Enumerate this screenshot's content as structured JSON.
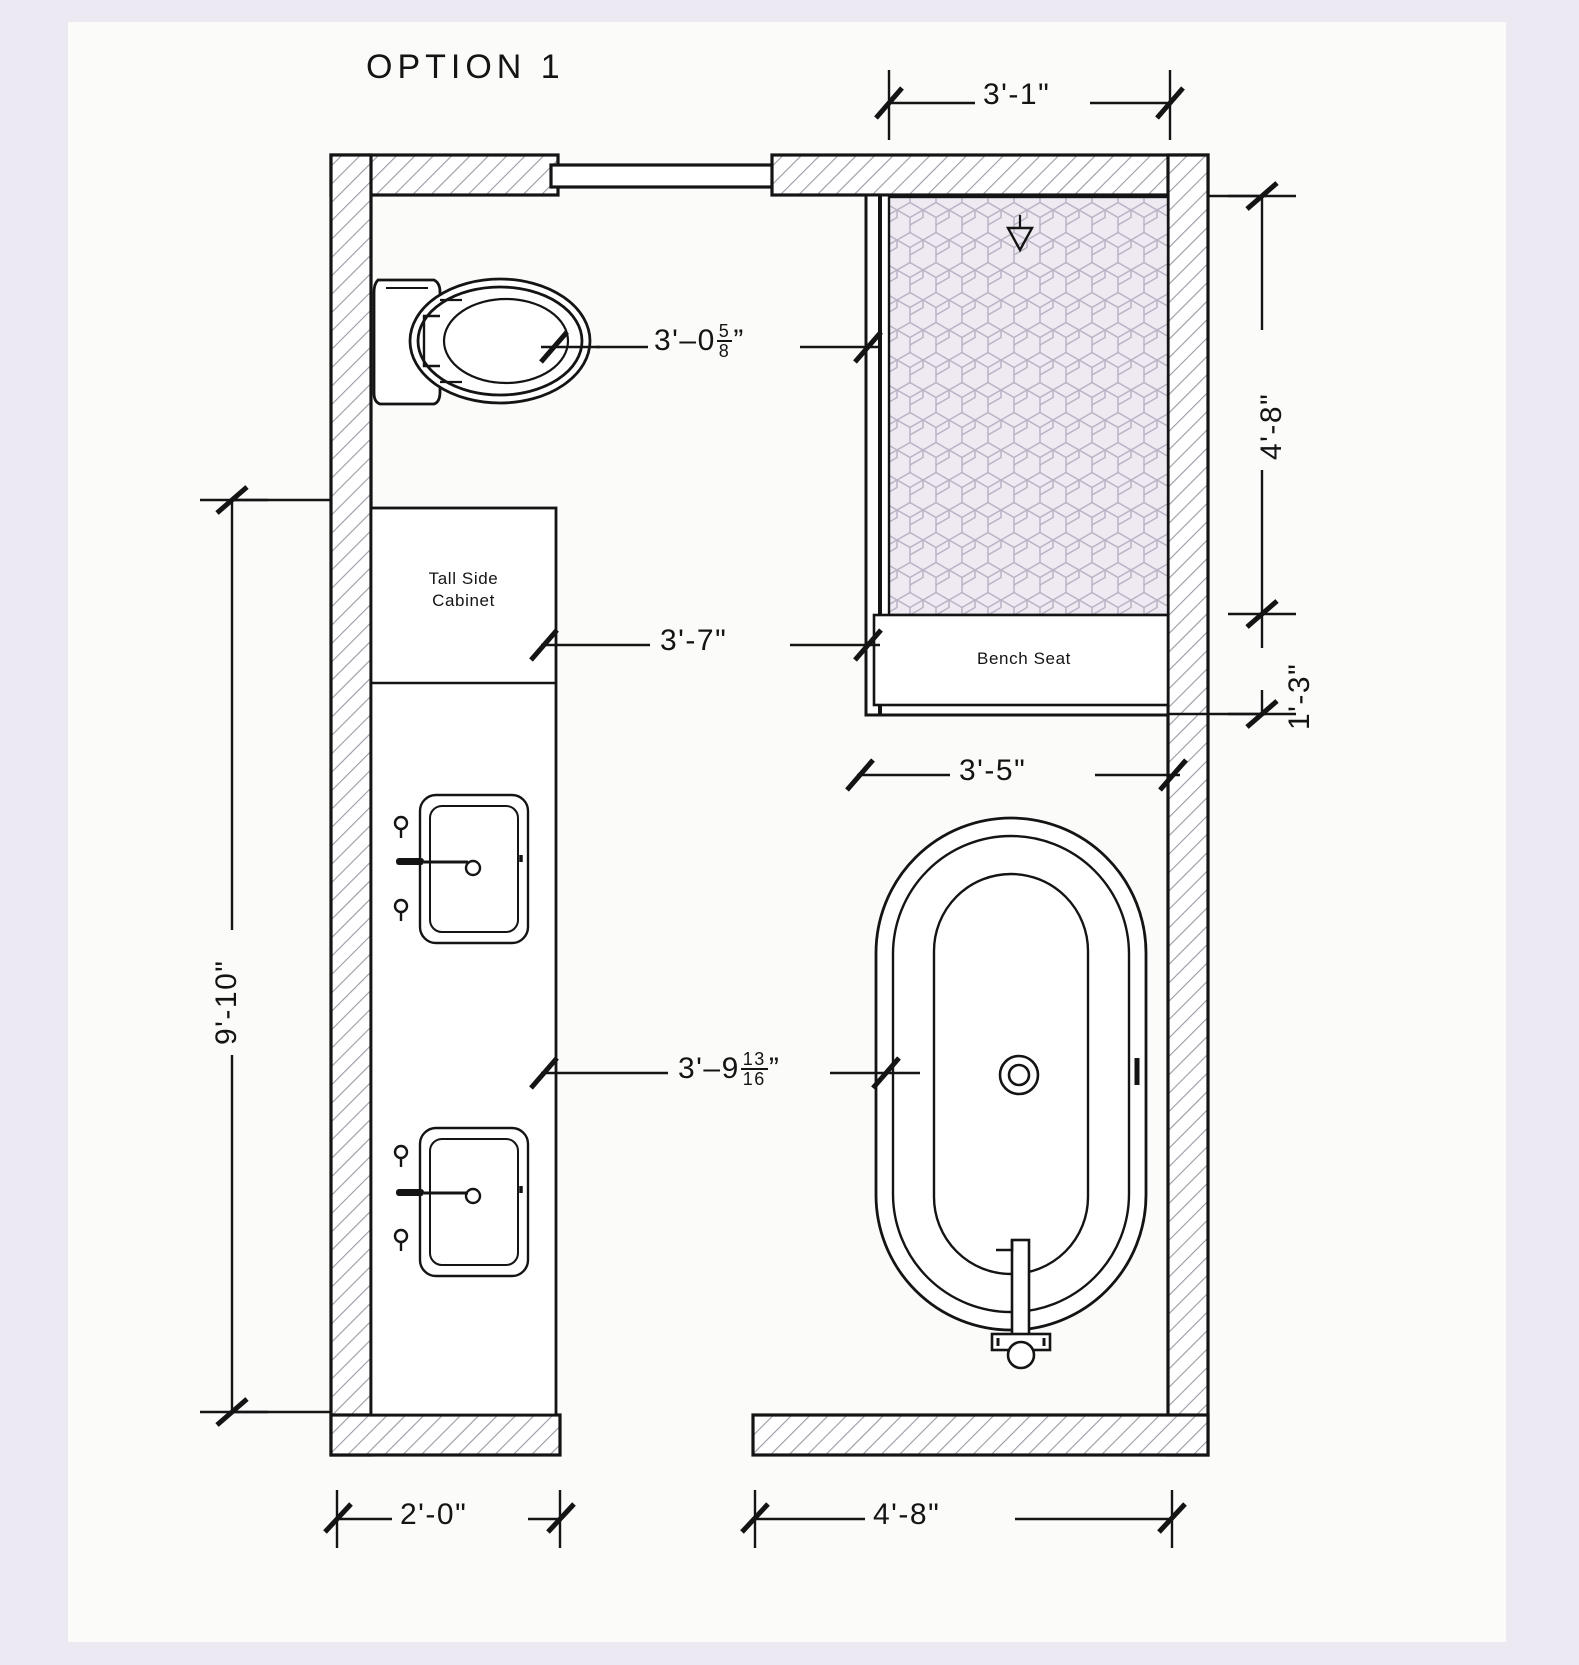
{
  "title": "OPTION 1",
  "sheet": {
    "background": "#fbfbfa",
    "page_background": "#ece9f3",
    "line_color": "#141414",
    "tile_fill": "#ece7ee"
  },
  "labels": {
    "cabinet_line1": "Tall Side",
    "cabinet_line2": "Cabinet",
    "bench": "Bench Seat"
  },
  "dimensions": {
    "top_shower": {
      "feet": "3'",
      "inches": "1",
      "text": "3'-1\""
    },
    "toilet": {
      "feet": "3'",
      "whole": "0",
      "num": "5",
      "den": "8",
      "text": "3'-0 5/8\""
    },
    "cabinet": {
      "text": "3'-7\""
    },
    "bench_depth": {
      "text": "3'-5\""
    },
    "tub": {
      "feet": "3'",
      "whole": "9",
      "num": "13",
      "den": "16",
      "text": "3'-9 13/16\""
    },
    "right_upper": {
      "text": "4'-8\""
    },
    "right_lower": {
      "text": "1'-3\""
    },
    "left_overall": {
      "text": "9'-10\""
    },
    "bottom_left": {
      "text": "2'-0\""
    },
    "bottom_right": {
      "text": "4'-8\""
    }
  },
  "fixtures": [
    {
      "name": "toilet"
    },
    {
      "name": "tall-side-cabinet"
    },
    {
      "name": "vanity-counter"
    },
    {
      "name": "sink-upper"
    },
    {
      "name": "sink-lower"
    },
    {
      "name": "shower"
    },
    {
      "name": "shower-head"
    },
    {
      "name": "bench-seat"
    },
    {
      "name": "freestanding-tub"
    },
    {
      "name": "tub-filler"
    },
    {
      "name": "door-swing-top"
    }
  ]
}
